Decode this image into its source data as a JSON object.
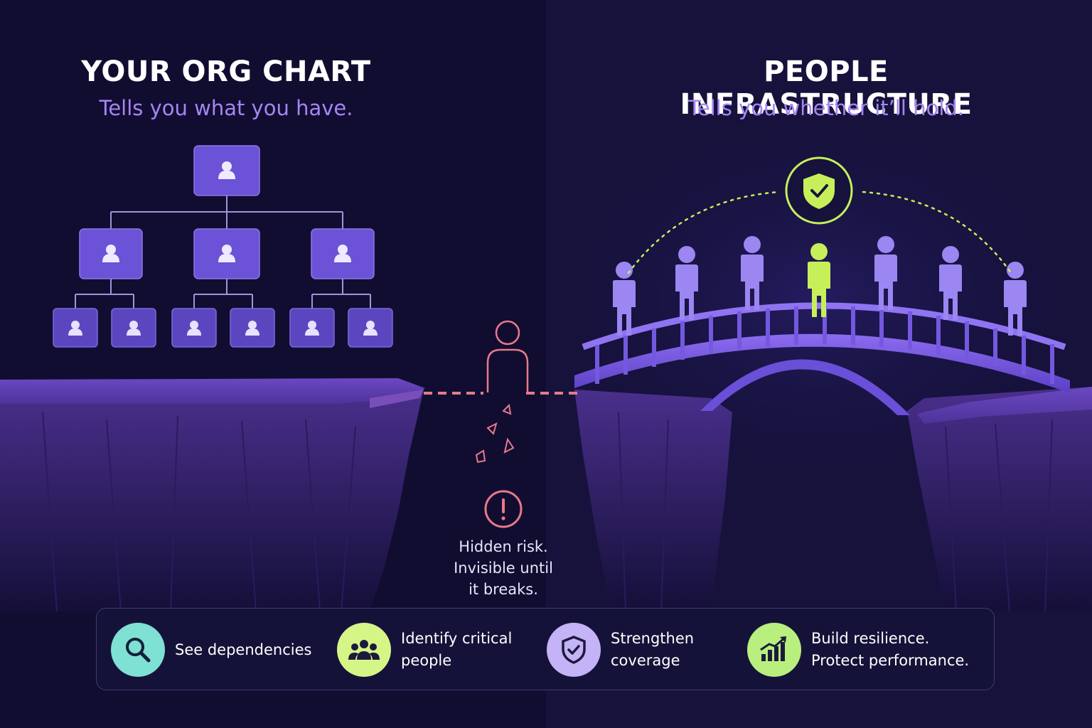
{
  "left_panel": {
    "title": "YOUR ORG CHART",
    "subtitle": "Tells you what you have."
  },
  "right_panel": {
    "title": "PEOPLE INFRASTRUCTURE",
    "subtitle": "Tells you whether it’ll hold."
  },
  "gap_warning": {
    "lines": [
      "Hidden risk.",
      "Invisible until",
      "it breaks."
    ]
  },
  "benefits": [
    {
      "icon": "magnifier-icon",
      "color": "#7fe0d4",
      "lines": [
        "See dependencies"
      ]
    },
    {
      "icon": "people-group-icon",
      "color": "#d6f587",
      "lines": [
        "Identify critical",
        "people"
      ]
    },
    {
      "icon": "shield-check-icon",
      "color": "#c4b3f7",
      "lines": [
        "Strengthen",
        "coverage"
      ]
    },
    {
      "icon": "growth-chart-icon",
      "color": "#b9ef7e",
      "lines": [
        "Build resilience.",
        "Protect performance."
      ]
    }
  ],
  "colors": {
    "background": "#120e33",
    "accent_purple": "#6a4fd8",
    "accent_lime": "#c6ef5a",
    "risk_red": "#e8798a",
    "subtitle_purple": "#a585f2"
  }
}
